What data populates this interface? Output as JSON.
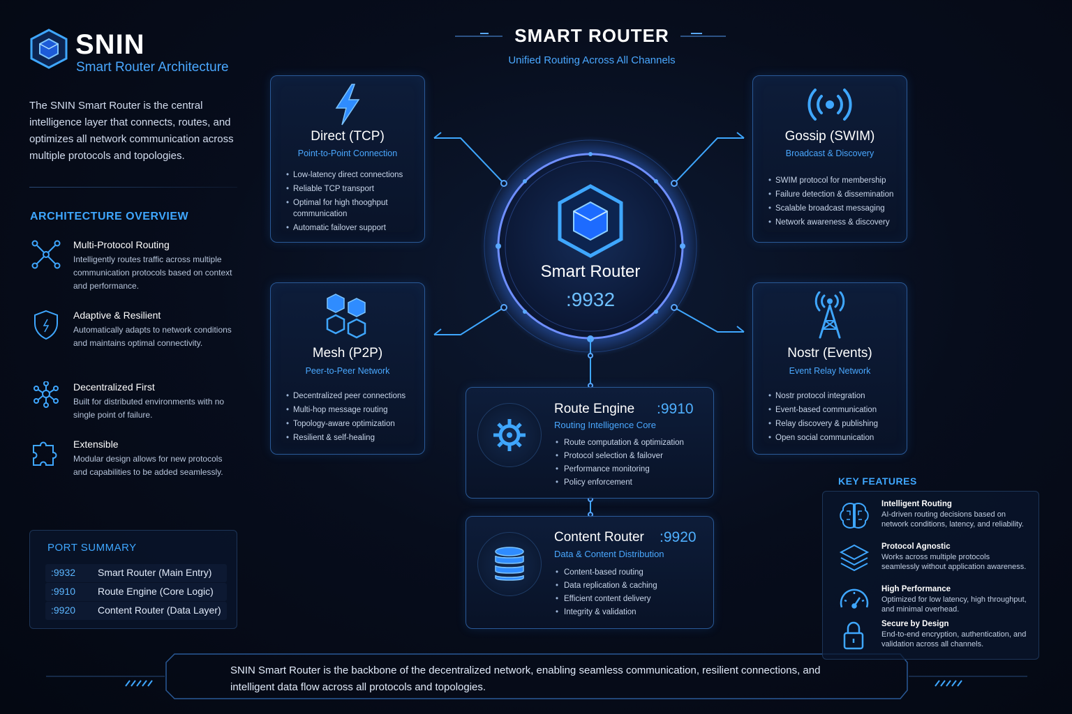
{
  "brand": {
    "name": "SNIN",
    "subtitle": "Smart Router Architecture",
    "intro": "The SNIN Smart Router is the central intelligence layer that connects, routes, and optimizes all network communication across multiple protocols and topologies."
  },
  "header": {
    "title": "SMART ROUTER",
    "subtitle": "Unified Routing Across All Channels"
  },
  "architecture": {
    "title": "ARCHITECTURE OVERVIEW",
    "items": [
      {
        "icon": "network-nodes-icon",
        "title": "Multi-Protocol Routing",
        "desc": "Intelligently routes traffic across multiple communication protocols based on context and performance."
      },
      {
        "icon": "shield-icon",
        "title": "Adaptive & Resilient",
        "desc": "Automatically adapts to network conditions and maintains optimal connectivity."
      },
      {
        "icon": "decentralized-icon",
        "title": "Decentralized First",
        "desc": "Built for distributed environments with no single point of failure."
      },
      {
        "icon": "puzzle-icon",
        "title": "Extensible",
        "desc": "Modular design allows for new protocols and capabilities to be added seamlessly."
      }
    ]
  },
  "ports": {
    "title": "PORT SUMMARY",
    "rows": [
      {
        "port": ":9932",
        "name": "Smart Router (Main Entry)"
      },
      {
        "port": ":9910",
        "name": "Route Engine (Core Logic)"
      },
      {
        "port": ":9920",
        "name": "Content Router (Data Layer)"
      }
    ]
  },
  "protocols": {
    "direct": {
      "icon": "lightning-icon",
      "title": "Direct (TCP)",
      "subtitle": "Point-to-Point Connection",
      "items": [
        "Low-latency direct connections",
        "Reliable TCP transport",
        "Optimal for high thooghput communication",
        "Automatic failover support"
      ]
    },
    "gossip": {
      "icon": "broadcast-icon",
      "title": "Gossip (SWIM)",
      "subtitle": "Broadcast & Discovery",
      "items": [
        "SWIM protocol for membership",
        "Failure detection & dissemination",
        "Scalable broadcast messaging",
        "Network awareness & discovery"
      ]
    },
    "mesh": {
      "icon": "hexagon-mesh-icon",
      "title": "Mesh (P2P)",
      "subtitle": "Peer-to-Peer Network",
      "items": [
        "Decentralized peer connections",
        "Multi-hop message routing",
        "Topology-aware optimization",
        "Resilient & self-healing"
      ]
    },
    "nostr": {
      "icon": "antenna-tower-icon",
      "title": "Nostr (Events)",
      "subtitle": "Event Relay Network",
      "items": [
        "Nostr protocol integration",
        "Event-based communication",
        "Relay discovery & publishing",
        "Open social communication"
      ]
    }
  },
  "router": {
    "icon": "cube-icon",
    "label": "Smart Router",
    "port": ":9932"
  },
  "route_engine": {
    "icon": "gear-icon",
    "title": "Route Engine",
    "port": ":9910",
    "subtitle": "Routing Intelligence Core",
    "items": [
      "Route computation & optimization",
      "Protocol selection & failover",
      "Performance monitoring",
      "Policy enforcement"
    ]
  },
  "content_router": {
    "icon": "database-icon",
    "title": "Content Router",
    "port": ":9920",
    "subtitle": "Data & Content Distribution",
    "items": [
      "Content-based routing",
      "Data replication & caching",
      "Efficient content delivery",
      "Integrity & validation"
    ]
  },
  "key_features": {
    "title": "KEY FEATURES",
    "items": [
      {
        "icon": "brain-icon",
        "title": "Intelligent Routing",
        "desc": "AI-driven routing decisions based on network conditions, latency, and reliability."
      },
      {
        "icon": "layers-icon",
        "title": "Protocol Agnostic",
        "desc": "Works across multiple protocols seamlessly without application awareness."
      },
      {
        "icon": "gauge-icon",
        "title": "High Performance",
        "desc": "Optimized for low latency, high throughput, and minimal overhead."
      },
      {
        "icon": "lock-icon",
        "title": "Secure by Design",
        "desc": "End-to-end encryption, authentication, and validation across all channels."
      }
    ]
  },
  "footer": {
    "text": "SNIN Smart Router is the backbone of the decentralized network, enabling seamless communication, resilient connections, and intelligent data flow across all protocols and topologies."
  },
  "colors": {
    "accent": "#3fa7ff",
    "background": "#070d1c",
    "panel_border": "#2a5a98"
  }
}
